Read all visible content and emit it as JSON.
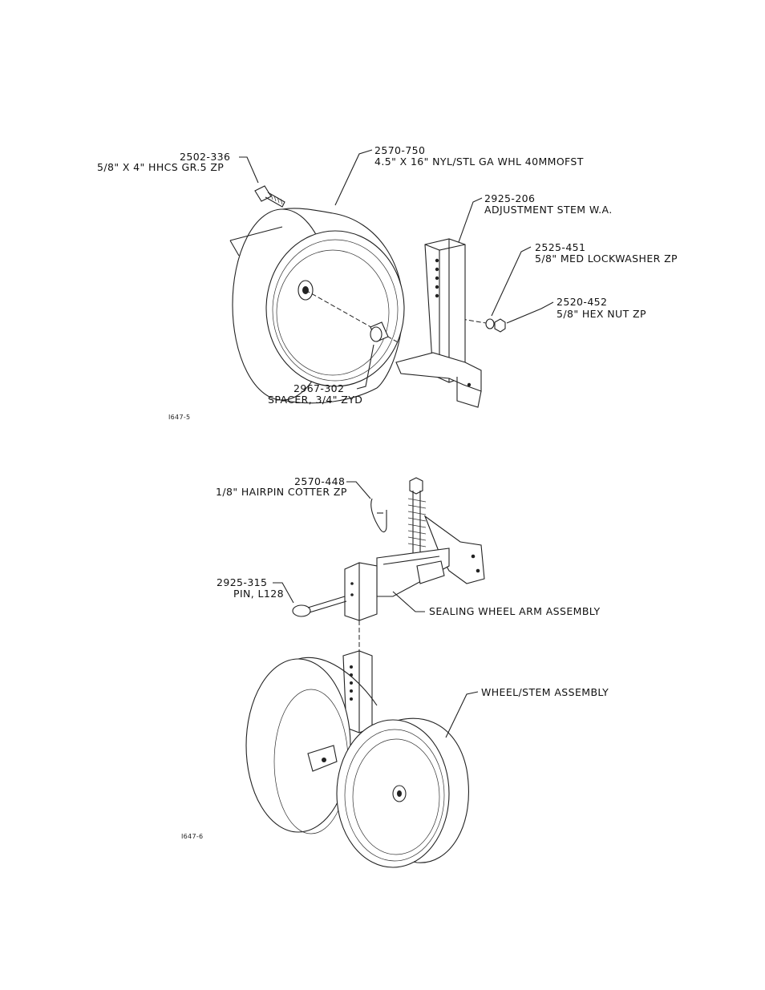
{
  "upper_figure": {
    "id": "I647-5",
    "callouts": {
      "bolt_part": "2502-336",
      "bolt_desc": "5/8\" X 4\" HHCS GR.5 ZP",
      "wheel_part": "2570-750",
      "wheel_desc": "4.5\" X 16\" NYL/STL GA WHL 40MMOFST",
      "stem_part": "2925-206",
      "stem_desc": "ADJUSTMENT STEM W.A.",
      "lockwasher_part": "2525-451",
      "lockwasher_desc": "5/8\" MED LOCKWASHER ZP",
      "nut_part": "2520-452",
      "nut_desc": "5/8\" HEX NUT ZP",
      "spacer_part": "2967-302",
      "spacer_desc": "SPACER, 3/4\" ZYD"
    }
  },
  "lower_figure": {
    "id": "I647-6",
    "callouts": {
      "cotter_part": "2570-448",
      "cotter_desc": "1/8\" HAIRPIN COTTER ZP",
      "pin_part": "2925-315",
      "pin_desc": "PIN, L128",
      "arm_desc": "SEALING WHEEL ARM ASSEMBLY",
      "wheelstem_desc": "WHEEL/STEM ASSEMBLY"
    }
  }
}
